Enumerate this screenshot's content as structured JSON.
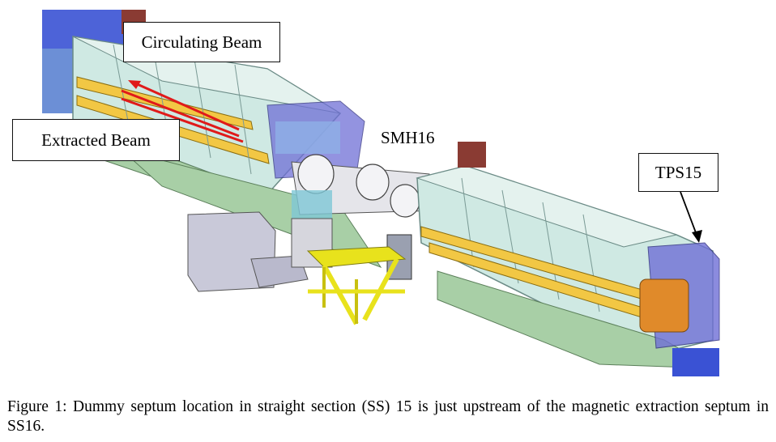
{
  "labels": {
    "circulating_beam": "Circulating Beam",
    "extracted_beam": "Extracted Beam",
    "smh16": "SMH16",
    "tps15": "TPS15"
  },
  "caption": "Figure 1: Dummy septum location in straight section (SS) 15 is just upstream of the magnetic extraction septum in SS16.",
  "colors": {
    "magnet_yellow": "#f2c744",
    "housing_cyan": "#cfe9e3",
    "support_green": "#a8cfa6",
    "septum_blue": "#6f6fd6",
    "beam_arrow_red": "#e01a1a",
    "stand_yellow": "#e8e21c",
    "tank_orange": "#e08a2a"
  }
}
